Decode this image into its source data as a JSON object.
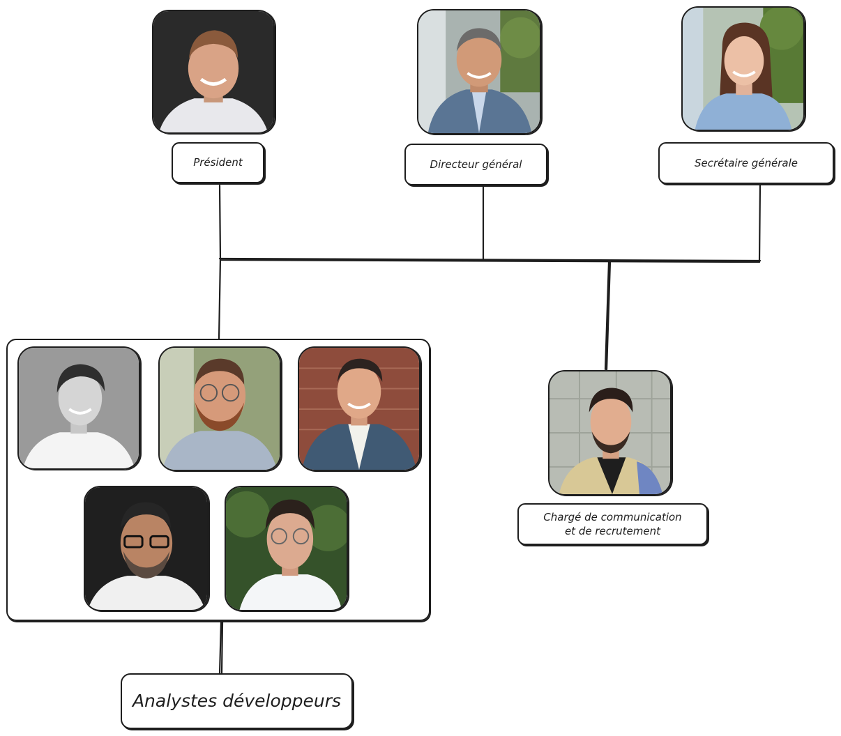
{
  "roles": {
    "president": "Président",
    "directeur": "Directeur général",
    "secretaire": "Secrétaire générale",
    "communication": "Chargé de communication\net de recrutement",
    "analystes": "Analystes développeurs"
  },
  "icons": {
    "portrait": "person-portrait-icon"
  }
}
